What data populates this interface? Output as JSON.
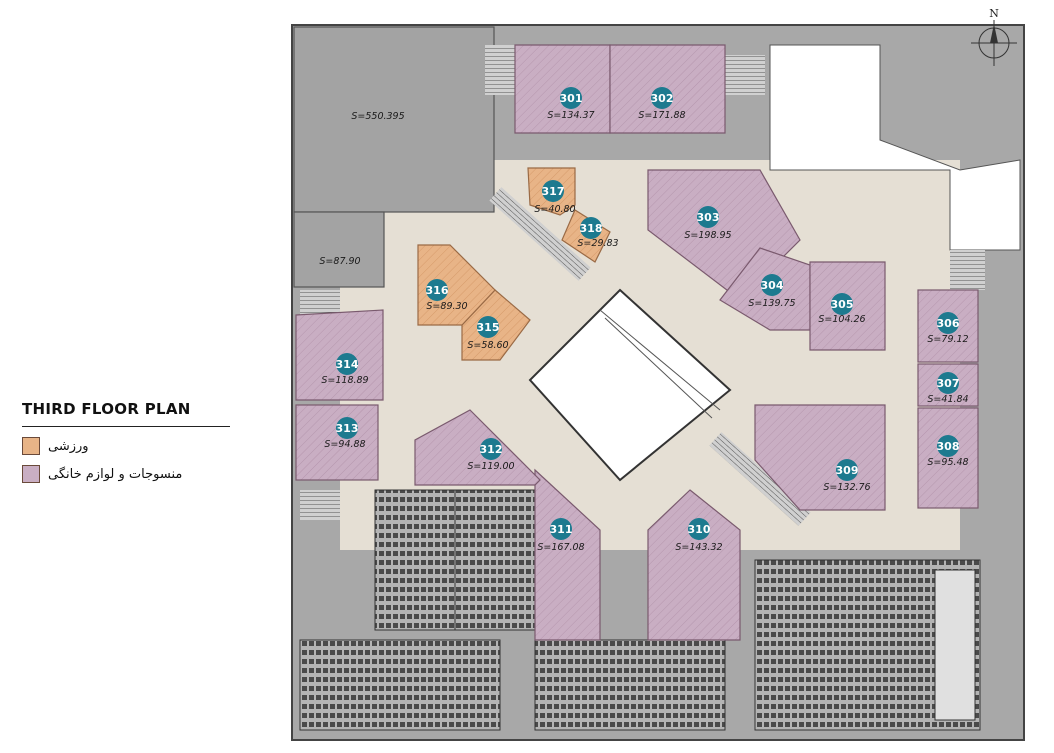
{
  "legend": {
    "title": "THIRD FLOOR PLAN",
    "items": [
      {
        "label": "ورزشی",
        "color": "#e8b487"
      },
      {
        "label": "منسوجات و لوازم خانگی",
        "color": "#c9aec3"
      }
    ]
  },
  "north_label": "N",
  "colors": {
    "circle": "#1d7a8f",
    "purple": "#c9aec3",
    "orange": "#e8b487",
    "service": "#a6a6a6",
    "corridor": "#e5dfd4"
  },
  "units": [
    {
      "no": "301",
      "area": "S=134.37"
    },
    {
      "no": "302",
      "area": "S=171.88"
    },
    {
      "no": "303",
      "area": "S=198.95"
    },
    {
      "no": "304",
      "area": "S=139.75"
    },
    {
      "no": "305",
      "area": "S=104.26"
    },
    {
      "no": "306",
      "area": "S=79.12"
    },
    {
      "no": "307",
      "area": "S=41.84"
    },
    {
      "no": "308",
      "area": "S=95.48"
    },
    {
      "no": "309",
      "area": "S=132.76"
    },
    {
      "no": "310",
      "area": "S=143.32"
    },
    {
      "no": "311",
      "area": "S=167.08"
    },
    {
      "no": "312",
      "area": "S=119.00"
    },
    {
      "no": "313",
      "area": "S=94.88"
    },
    {
      "no": "314",
      "area": "S=118.89"
    },
    {
      "no": "315",
      "area": "S=58.60"
    },
    {
      "no": "316",
      "area": "S=89.30"
    },
    {
      "no": "317",
      "area": "S=40.80"
    },
    {
      "no": "318",
      "area": "S=29.83"
    }
  ],
  "other_areas": [
    {
      "area": "S=550.395"
    },
    {
      "area": "S=87.90"
    }
  ]
}
